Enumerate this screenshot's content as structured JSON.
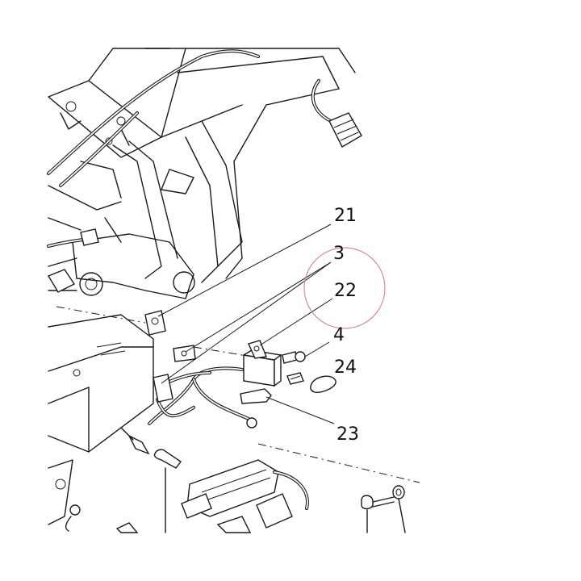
{
  "callouts": {
    "c21": "21",
    "c3": "3",
    "c22": "22",
    "c4": "4",
    "c24": "24",
    "c23": "23"
  },
  "colors": {
    "ink": "#1a1a1a",
    "highlight_circle": "#d98a99"
  }
}
